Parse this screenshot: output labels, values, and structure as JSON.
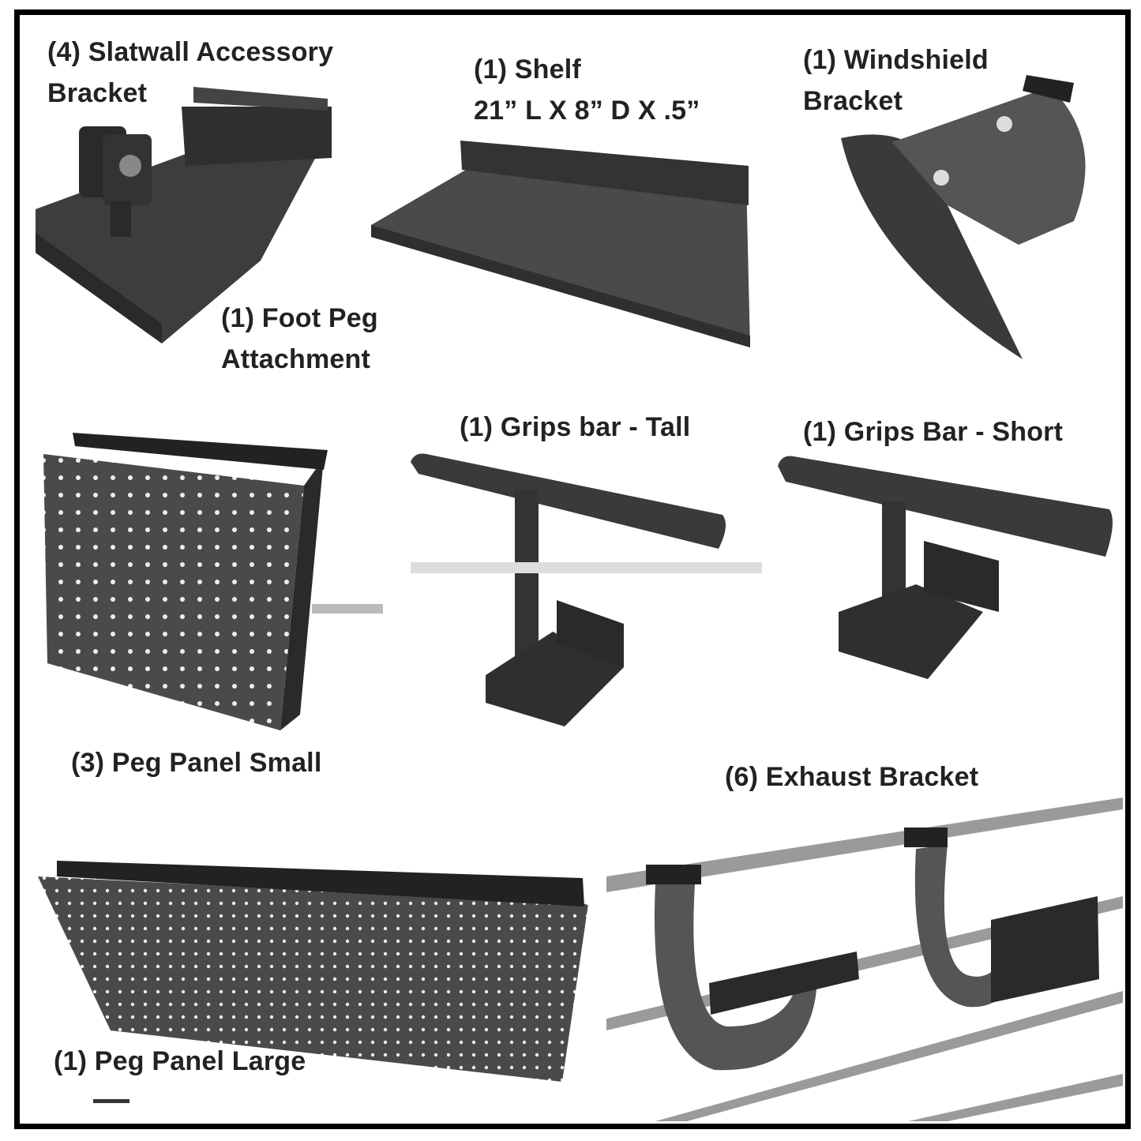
{
  "products": [
    {
      "id": "slatwall-bracket",
      "lines": [
        "(4) Slatwall Accessory",
        "Bracket"
      ]
    },
    {
      "id": "shelf",
      "lines": [
        "(1) Shelf",
        "21” L X 8” D X .5”"
      ]
    },
    {
      "id": "windshield-bracket",
      "lines": [
        "(1) Windshield",
        "Bracket"
      ]
    },
    {
      "id": "foot-peg",
      "lines": [
        "(1) Foot Peg",
        "Attachment"
      ]
    },
    {
      "id": "grips-bar-tall",
      "lines": [
        "(1) Grips bar - Tall"
      ]
    },
    {
      "id": "grips-bar-short",
      "lines": [
        "(1) Grips Bar - Short"
      ]
    },
    {
      "id": "peg-panel-small",
      "lines": [
        "(3) Peg Panel Small"
      ]
    },
    {
      "id": "exhaust-bracket",
      "lines": [
        "(6) Exhaust Bracket"
      ]
    },
    {
      "id": "peg-panel-large",
      "lines": [
        "(1) Peg Panel Large"
      ]
    }
  ],
  "colors": {
    "metal": "#3a3a3a",
    "metal_light": "#5a5a5a",
    "frame": "#000000",
    "rail": "#9a9a9a"
  }
}
